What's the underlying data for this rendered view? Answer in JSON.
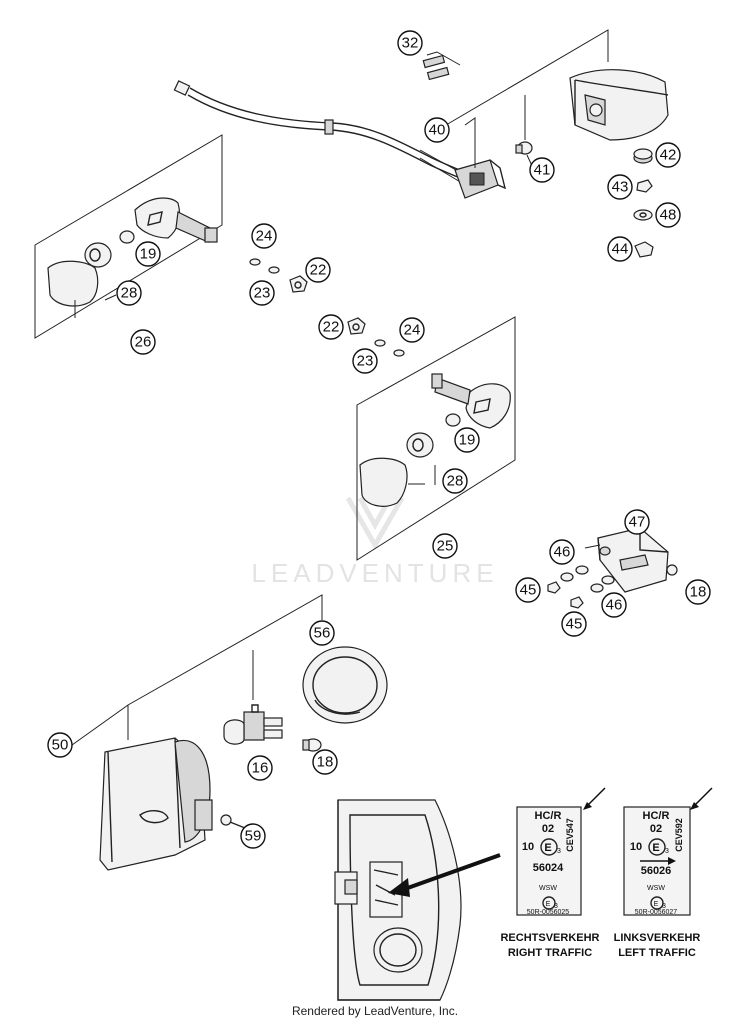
{
  "watermark": "LEADVENTURE",
  "footer": "Rendered by LeadVenture, Inc.",
  "callouts": [
    "32",
    "40",
    "41",
    "42",
    "43",
    "48",
    "44",
    "19",
    "24",
    "22",
    "23",
    "28",
    "26",
    "22",
    "24",
    "23",
    "19",
    "28",
    "25",
    "47",
    "46",
    "18",
    "45",
    "45",
    "46",
    "56",
    "50",
    "16",
    "18",
    "59"
  ],
  "label_right": {
    "code": "HC/R",
    "num": "02",
    "prefix": "10",
    "mark": "E",
    "markno": "3",
    "approval": "56024",
    "side": "CEV547",
    "ring": "E",
    "ringno": "3",
    "small1": "WSW",
    "small2": "50R-0056025",
    "caption_de": "RECHTSVERKEHR",
    "caption_en": "RIGHT TRAFFIC"
  },
  "label_left": {
    "code": "HC/R",
    "num": "02",
    "prefix": "10",
    "mark": "E",
    "markno": "3",
    "approval": "56026",
    "side": "CEV592",
    "ring": "E",
    "ringno": "3",
    "small1": "WSW",
    "small2": "50R-0056027",
    "caption_de": "LINKSVERKEHR",
    "caption_en": "LEFT TRAFFIC"
  }
}
